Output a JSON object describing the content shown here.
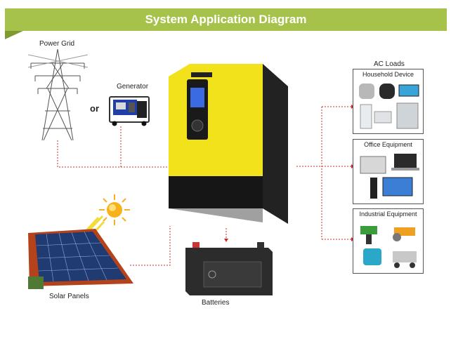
{
  "header": {
    "title": "System Application Diagram"
  },
  "labels": {
    "power_grid": "Power Grid",
    "generator": "Generator",
    "or": "or",
    "ac_loads": "AC Loads",
    "solar_panels": "Solar Panels",
    "batteries": "Batteries"
  },
  "loads": [
    {
      "title": "Household Device"
    },
    {
      "title": "Office Equipment"
    },
    {
      "title": "Industrial Equipment"
    }
  ],
  "colors": {
    "banner": "#a6c24a",
    "banner_tab": "#7e9a30",
    "connector": "#cc2a2a",
    "inverter_body": "#f2e21c",
    "inverter_bottom": "#1a1a1a",
    "sun": "#f7b21b"
  }
}
